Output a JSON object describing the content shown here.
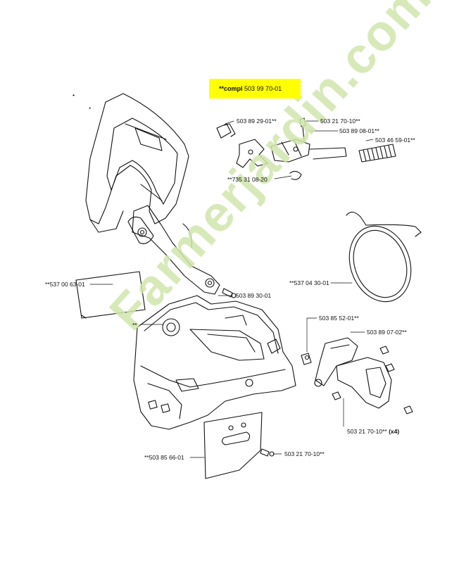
{
  "kit_label": {
    "prefix": "**compl",
    "number": "503 99 70-01",
    "highlight_color": "#ffff00"
  },
  "watermark": {
    "text": "Farmerjardin.com",
    "color": "#c8e0a0"
  },
  "part_labels": [
    {
      "id": "p1",
      "text": "503 89 29-01**"
    },
    {
      "id": "p2",
      "text": "503 21 70-10**"
    },
    {
      "id": "p3",
      "text": "503 89 08-01**"
    },
    {
      "id": "p4",
      "text": "503 46 59-01**"
    },
    {
      "id": "p5",
      "text": "**735 31 08-20"
    },
    {
      "id": "p6",
      "text": "**537 04 30-01"
    },
    {
      "id": "p7",
      "text": "**537 00 63-01"
    },
    {
      "id": "p8",
      "text": "503 89 30-01"
    },
    {
      "id": "p9",
      "text": "503 85 52-01**"
    },
    {
      "id": "p10",
      "text": "503 89 07-02**"
    },
    {
      "id": "p11",
      "text": "503 21 70-10**",
      "suffix": "(x4)"
    },
    {
      "id": "p12",
      "text": "**503 85 66-01"
    },
    {
      "id": "p13",
      "text": "503 21 70-10**"
    }
  ],
  "markers": {
    "star": "*",
    "double_star": "**",
    "dot": "•"
  }
}
